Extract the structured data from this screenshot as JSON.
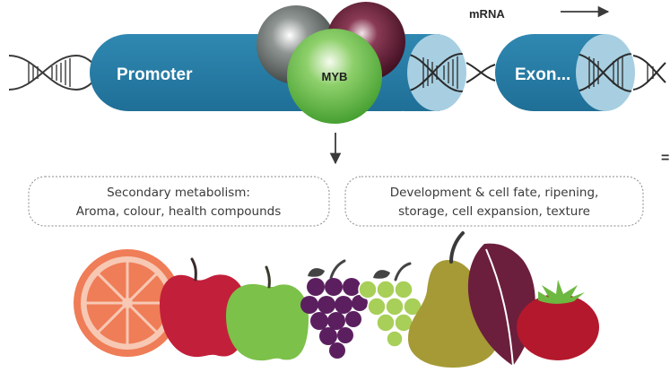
{
  "gene": {
    "promoter_label": "Promoter",
    "exon_label": "Exon...",
    "mrna_label": "mRNA"
  },
  "transcription_factor": {
    "label": "MYB"
  },
  "outcomes": {
    "left": {
      "line1": "Secondary metabolism:",
      "line2": "Aroma, colour, health compounds"
    },
    "right": {
      "line1": "Development & cell fate, ripening,",
      "line2": "storage, cell expansion, texture"
    }
  },
  "edge_mark": "=",
  "fruits": [
    "orange-slice",
    "red-apple",
    "green-apple",
    "purple-grapes",
    "green-grapes",
    "pear",
    "leaf",
    "tomato"
  ],
  "colors": {
    "cylinder": "#2b7fa7",
    "cylinder_end": "#a7cfe1",
    "myb_green": "#5fbb46",
    "dna": "#3a3a3a",
    "orange": "#ef7d57",
    "red_apple": "#c21f3a",
    "green_apple": "#7cc14a",
    "grape_purple": "#5b1f5f",
    "grape_green": "#a8cf58",
    "pear": "#a59a36",
    "leaf": "#6b1f3c",
    "tomato": "#b4182d"
  }
}
